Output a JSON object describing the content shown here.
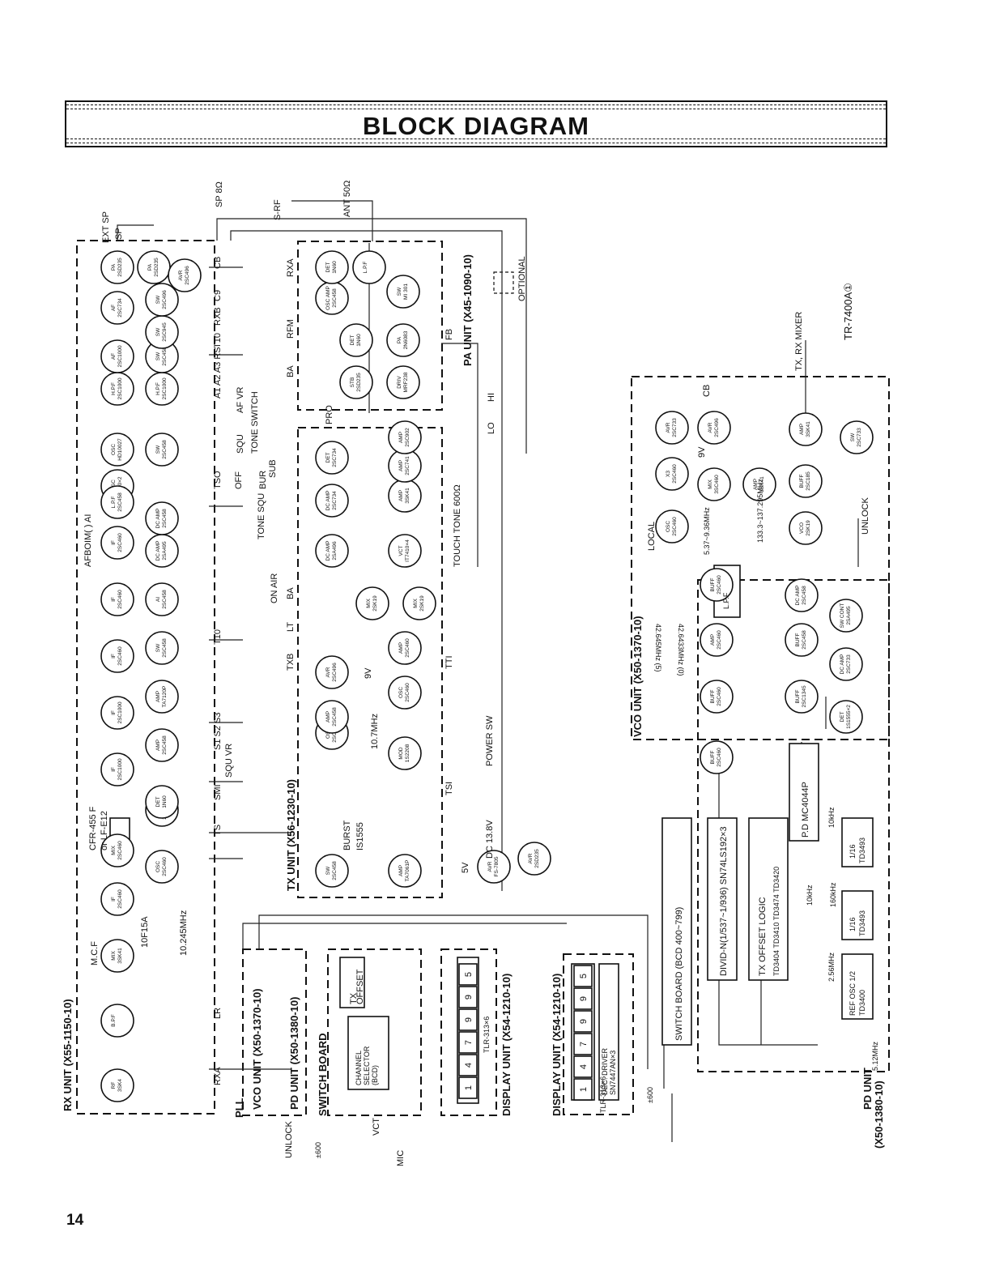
{
  "title": "BLOCK DIAGRAM",
  "page_number": "14",
  "model_ref": "TR-7400A①",
  "units": {
    "rx": "RX  UNIT (X55-1150-10)",
    "tx": "TX UNIT (X56-1230-10)",
    "pa": "PA UNIT (X45-1090-10)",
    "vco_left": "VCO UNIT (X50-1370-10)",
    "pd_left": "PD UNIT (X50-1380-10)",
    "switch_board_left": "SWITCH BOARD",
    "display_left": "DISPLAY UNIT (X54-1210-10)",
    "vco_right": "VCO UNIT (X50-1370-10)",
    "display_right": "DISPLAY UNIT (X54-1210-10)",
    "pd_right_1": "PD UNIT",
    "pd_right_2": "(X50-1380-10)",
    "optional": "OPTIONAL",
    "pll": "PLL"
  },
  "left_blocks": {
    "channel_selector": [
      "CHANNEL",
      "SELECTOR",
      "(BCD)"
    ],
    "tx_offset": [
      "TX",
      "OFFSET"
    ],
    "display_digits": [
      "1",
      "4",
      "7",
      "9",
      "9",
      "5"
    ],
    "tlr": "TLR-313×6"
  },
  "right_blocks": {
    "switch_board": "SWITCH BOARD      (BCD 400~799)",
    "divid": "DIVID-N(1/537~1/936)  SN74LS192×3",
    "tx_offset_logic": [
      "TX  OFFSET  LOGIC",
      "TD3404  TD3410  TD3474  TD3420"
    ],
    "pd": "P.D  MC4044P",
    "ref_osc": [
      "REF OSC 1/2",
      "TD3400"
    ],
    "div1": [
      "1/16",
      "TD3493"
    ],
    "div2": [
      "1/16",
      "TD3493"
    ],
    "dec_driver": [
      "DEC. DRIVER",
      "SN7447AN×3"
    ],
    "display_digits": [
      "1",
      "4",
      "7",
      "9",
      "9",
      "5"
    ],
    "tlr": "TLR-313×6",
    "freq_512": "5.12MHz",
    "freq_256": "2.56MHz",
    "freq_160": "160kHz",
    "freq_10a": "10kHz",
    "freq_10b": "10kHz",
    "lpf_freq": "5.37~9.36MHz",
    "vco_freq": "133.3~137.295MHz",
    "xtal1": "42.645MHz (5)",
    "xtal2": "42.6433MHz (0)",
    "local": "LOCAL",
    "tx_rx_mixer": "TX, RX MIXER",
    "unlock": "UNLOCK",
    "lpf": "L.P.F",
    "nine_v": "9V",
    "cb": "CB",
    "pm600": "±600"
  },
  "labels_misc": {
    "ext_sp": "EXT SP",
    "sp": "SP",
    "sp_ohm": "SP 8Ω",
    "ant": "ANT 50Ω",
    "s_rf": "S-RF",
    "pro": "PRO",
    "lo": "LO",
    "hi": "HI",
    "power_sw": "POWER SW",
    "dc": "DC 13.8V",
    "touch_tone": "TOUCH TONE 600Ω",
    "on_air": "ON AIR",
    "tone_squ": "TONE SQU",
    "unlock_left": "UNLOCK",
    "mic": "MIC",
    "vct": "VCT",
    "five_v": "5V",
    "nine_v": "9V",
    "pm600": "±600",
    "squ_vr": "SQU VR",
    "af_vr": "AF  VR",
    "tone_switch": "TONE SWITCH",
    "squ": "SQU",
    "off": "OFF",
    "bur": "BUR",
    "sub": "SUB",
    "burst": "BURST",
    "is1555": "IS1555",
    "ten7": "10.7MHz",
    "ten245": "10.245MHz",
    "mcf": "M.C.F",
    "mcf_part": "10F15A",
    "cfr": "CFR-455 F",
    "or_lfe": "or LF-E12",
    "afboim": "AFBOIM(    ) AI",
    "rxa": "RXA",
    "lr": "LR",
    "ts": "TS",
    "smi": "SMI",
    "s1s2s3": "S1 S2 S3",
    "t10": "T10",
    "tso": "TSO",
    "a1a2a3rs": "A1 A2 A3 RS",
    "t10b": "T10",
    "rxb": "RXB",
    "c9": "C9",
    "cb": "CB",
    "txb": "TXB",
    "lt": "LT",
    "ba": "BA",
    "tti": "TTI",
    "tsi": "TSI",
    "rxa2": "RXA",
    "rfm": "RFM",
    "ba2": "BA",
    "fb": "FB"
  },
  "rx_stages": [
    [
      "RF",
      "3SK4"
    ],
    [
      "B.P.F",
      ""
    ],
    [
      "MIX",
      "3SK41"
    ],
    [
      "IF",
      "2SC460"
    ],
    [
      "MIX",
      "2SC460"
    ],
    [
      "OSC",
      "2SC460"
    ],
    [
      "SW",
      "2SC458"
    ],
    [
      "IF",
      "2SC1000"
    ],
    [
      "DET",
      "1N60"
    ],
    [
      "IF",
      "2SC1000"
    ],
    [
      "AMP",
      "2SC458"
    ],
    [
      "IF",
      "2SC460"
    ],
    [
      "AMP",
      "TA7120P"
    ],
    [
      "IF",
      "2SC460"
    ],
    [
      "SW",
      "2SC458"
    ],
    [
      "IF",
      "2SC460"
    ],
    [
      "AI",
      "2SC458"
    ],
    [
      "DISC",
      "1N60×2"
    ],
    [
      "DC AMP",
      "2SA495"
    ],
    [
      "L.P.F",
      "2SC458"
    ],
    [
      "DC AMP",
      "2SC458"
    ],
    [
      "OSC",
      "HD10027"
    ],
    [
      "SW",
      "2SC458"
    ],
    [
      "H.P.F",
      "2SC1000"
    ],
    [
      "H.P.F",
      "2SC1000"
    ],
    [
      "AF",
      "2SC1000"
    ],
    [
      "SW",
      "2SC458"
    ],
    [
      "AF",
      "2SC734"
    ],
    [
      "SW",
      "2SC945"
    ],
    [
      "PA",
      "2SD235"
    ],
    [
      "PA",
      "2SD235"
    ],
    [
      "SW",
      "2SC496"
    ],
    [
      "AVR",
      "2SC496"
    ]
  ],
  "tx_stages": [
    [
      "SW",
      "2SC458"
    ],
    [
      "AMP",
      "TA7061P"
    ],
    [
      "OSC",
      "2SC458"
    ],
    [
      "MOD",
      "1S2208"
    ],
    [
      "AMP",
      "2SC458"
    ],
    [
      "OSC",
      "2SC460"
    ],
    [
      "AVR",
      "2SC496"
    ],
    [
      "AMP",
      "2SC460"
    ],
    [
      "MIX",
      "2SK19"
    ],
    [
      "MIX",
      "2SK19"
    ],
    [
      "DC AMP",
      "2SA496"
    ],
    [
      "VCT",
      "IT7410×4"
    ],
    [
      "DC AMP",
      "2SC734"
    ],
    [
      "AMP",
      "3SK41"
    ],
    [
      "DET",
      "2SC734"
    ],
    [
      "AMP",
      "2SC741"
    ],
    [
      "AMP",
      "2SC902"
    ],
    [
      "AVR",
      "FS-7805"
    ],
    [
      "AVR",
      "2SD235"
    ]
  ],
  "pa_stages": [
    [
      "STB",
      "2SD235"
    ],
    [
      "DRIV",
      "MRF238"
    ],
    [
      "DET",
      "1N60"
    ],
    [
      "PA",
      "2N6083"
    ],
    [
      "OSC AMP",
      "2SC458"
    ],
    [
      "SW",
      "MI 301"
    ],
    [
      "DET",
      "1N60"
    ],
    [
      "L.P.F",
      ""
    ]
  ],
  "vco_stages": [
    [
      "BUFF",
      "2SC460"
    ],
    [
      "BUFF",
      "2SC460"
    ],
    [
      "AMP",
      "2SC460"
    ],
    [
      "BUFF",
      "2SC460"
    ],
    [
      "OSC",
      "2SC460"
    ],
    [
      "X3",
      "2SC460"
    ],
    [
      "MIX",
      "3SC460"
    ],
    [
      "AMP",
      "3SK41"
    ],
    [
      "VCO",
      "2SK19"
    ],
    [
      "BUFF",
      "2SC185"
    ],
    [
      "AMP",
      "3SK41"
    ],
    [
      "SW",
      "2SC733"
    ],
    [
      "AVR",
      "2SC733"
    ],
    [
      "AVR",
      "2SC496"
    ]
  ],
  "pd_stages": [
    [
      "BUFF",
      "2SC1345"
    ],
    [
      "BUFF",
      "2SC458"
    ],
    [
      "DC AMP",
      "2SC458"
    ],
    [
      "DET",
      "1S1555×2"
    ],
    [
      "DC AMP",
      "2SC733"
    ],
    [
      "SW CONT",
      "2SA495"
    ]
  ]
}
